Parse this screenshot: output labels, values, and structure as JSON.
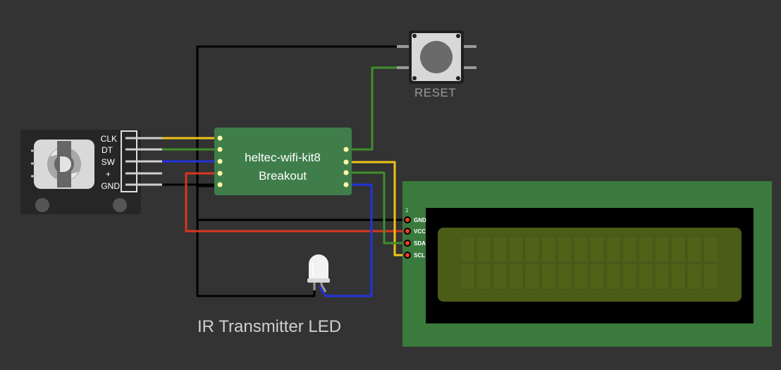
{
  "breakout": {
    "title_line1": "heltec-wifi-kit8",
    "title_line2": "Breakout"
  },
  "button": {
    "label": "RESET"
  },
  "encoder": {
    "pins": [
      "CLK",
      "DT",
      "SW",
      "+",
      "GND"
    ]
  },
  "lcd": {
    "pin1_marker": "1",
    "pins": [
      "GND",
      "VCC",
      "SDA",
      "SCL"
    ],
    "columns": 16,
    "rows": 2
  },
  "led": {
    "caption": "IR Transmitter LED"
  },
  "colors": {
    "background": "#333333",
    "board_green": "#3f7e4a",
    "lcd_green": "#3a7a3c",
    "lcd_screen": "#4b5c16",
    "wire_black": "#000000",
    "wire_yellow": "#f0c419",
    "wire_green": "#3f8f2a",
    "wire_blue": "#2233dd",
    "wire_red": "#d9361e"
  }
}
